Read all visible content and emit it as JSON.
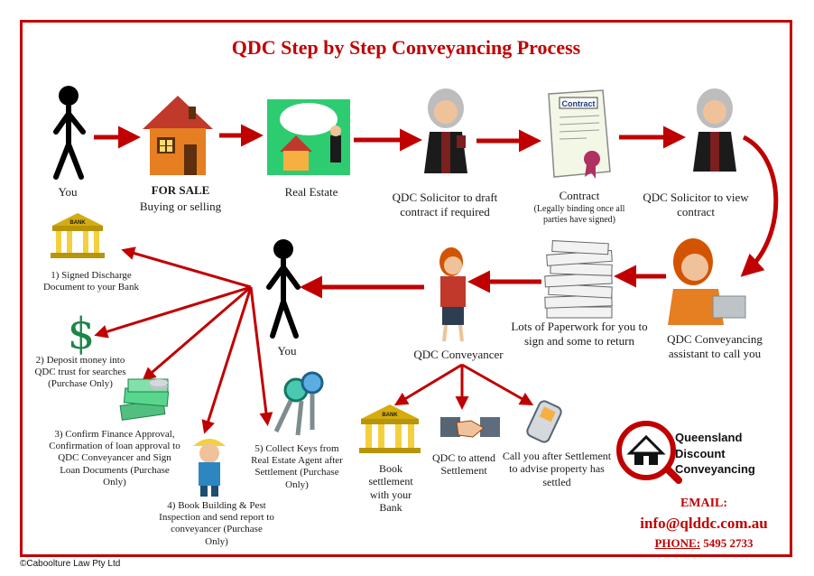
{
  "title": "QDC Step by Step Conveyancing Process",
  "steps_top": {
    "you": "You",
    "for_sale_title": "FOR SALE",
    "for_sale_sub": "Buying or selling",
    "real_estate": "Real Estate",
    "solicitor_draft": "QDC Solicitor to draft contract if required",
    "contract_title": "Contract",
    "contract_note": "(Legally binding once all parties have signed)",
    "contract_doc_label": "Contract",
    "solicitor_view": "QDC Solicitor to view contract"
  },
  "steps_middle": {
    "assistant": "QDC Conveyancing assistant to call you",
    "paperwork": "Lots of Paperwork for you to sign and some to return",
    "conveyancer": "QDC Conveyancer",
    "you2": "You"
  },
  "you_tasks": {
    "t1": "1) Signed Discharge Document to your Bank",
    "t2": "2) Deposit money into QDC trust for searches (Purchase Only)",
    "t3": "3) Confirm Finance Approval, Confirmation of loan approval to QDC Conveyancer and Sign Loan Documents (Purchase Only)",
    "t4": "4) Book Building & Pest Inspection and send report to conveyancer (Purchase Only)",
    "t5": "5) Collect Keys from Real Estate Agent after Settlement (Purchase Only)",
    "bank_label": "BANK",
    "dollar": "$"
  },
  "conveyancer_tasks": {
    "book": "Book settlement with your Bank",
    "attend": "QDC to attend Settlement",
    "call": "Call you after Settlement to advise property has settled",
    "bank_label": "BANK"
  },
  "logo": {
    "line1": "Queensland",
    "line2": "Discount",
    "line3": "Conveyancing"
  },
  "contact": {
    "email_label": "EMAIL:",
    "email": "info@qlddc.com.au",
    "phone_label": "PHONE:",
    "phone": "5495 2733"
  },
  "copyright": "©Caboolture Law Pty Ltd",
  "colors": {
    "accent": "#c00000",
    "arrow": "#c00000"
  },
  "icons": [
    "stick-figure-icon",
    "house-icon",
    "real-estate-icon",
    "judge-icon",
    "contract-icon",
    "judge-icon",
    "assistant-icon",
    "paperwork-icon",
    "conveyancer-icon",
    "stick-figure-icon",
    "bank-icon",
    "dollar-icon",
    "money-icon",
    "builder-icon",
    "keys-icon",
    "bank-icon",
    "handshake-icon",
    "phone-icon",
    "logo-icon"
  ]
}
